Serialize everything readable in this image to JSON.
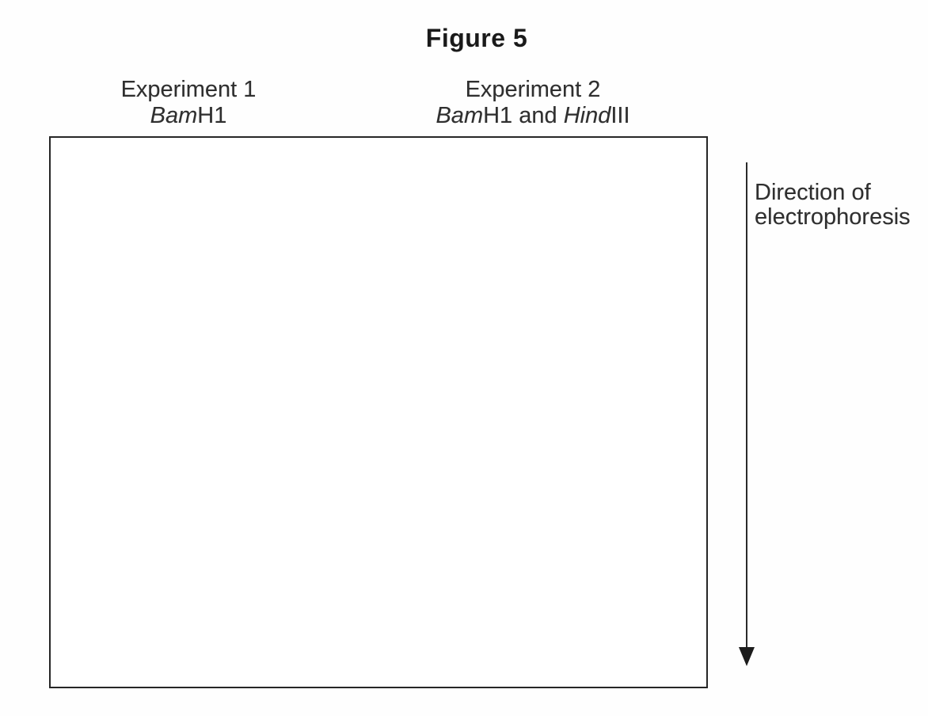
{
  "figure": {
    "title": "Figure 5"
  },
  "lanes": [
    {
      "experiment": "Experiment 1",
      "enzyme": {
        "italic1": "Bam",
        "regular1": "H1"
      }
    },
    {
      "experiment": "Experiment 2",
      "enzyme": {
        "italic1": "Bam",
        "regular1": "H1 and ",
        "italic2": "Hind",
        "regular2": "III"
      }
    }
  ],
  "direction_label": {
    "line1": "Direction of",
    "line2": "electrophoresis"
  },
  "icons": {
    "direction_arrow": "arrow-down"
  },
  "colors": {
    "ink": "#2f2f2f",
    "box_border": "#262626",
    "background": "#ffffff"
  }
}
